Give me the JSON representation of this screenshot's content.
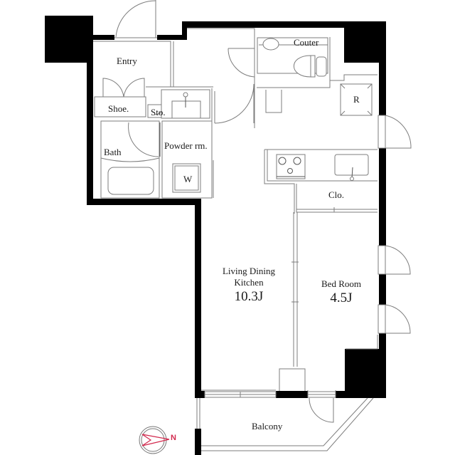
{
  "floor_plan": {
    "rooms": {
      "entry": {
        "label": "Entry"
      },
      "shoe": {
        "label": "Shoe."
      },
      "storage": {
        "label": "Sto."
      },
      "bath": {
        "label": "Bath"
      },
      "powder_room": {
        "label": "Powder rm."
      },
      "washer": {
        "label": "W"
      },
      "toilet_counter": {
        "label": "Couter"
      },
      "refrigerator": {
        "label": "R"
      },
      "closet": {
        "label": "Clo."
      },
      "ldk": {
        "label_line1": "Living Dining",
        "label_line2": "Kitchen",
        "size": "10.3J"
      },
      "bedroom": {
        "label": "Bed Room",
        "size": "4.5J"
      },
      "balcony": {
        "label": "Balcony"
      }
    },
    "compass": {
      "direction_label": "N",
      "color": "#d22a4e"
    },
    "colors": {
      "wall": "#000000",
      "line": "#7d7d7d",
      "background": "#ffffff"
    }
  }
}
